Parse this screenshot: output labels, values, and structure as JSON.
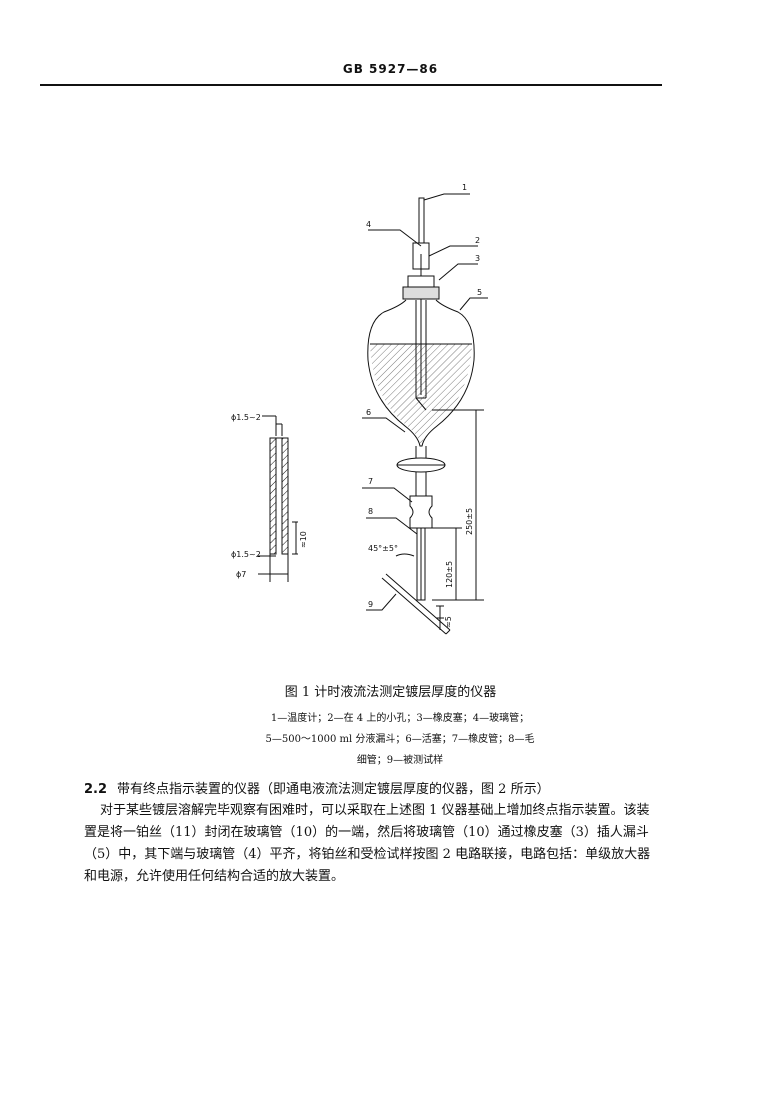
{
  "header": {
    "doc_code": "GB 5927—86"
  },
  "figure": {
    "labels": [
      "1",
      "2",
      "3",
      "4",
      "5",
      "6",
      "7",
      "8",
      "9"
    ],
    "dims": {
      "hole_dia_top": "ϕ1.5~2",
      "hole_dia_bottom": "ϕ1.5~2",
      "outer_dia": "ϕ7",
      "tip_len": "≈10",
      "height_total": "250±5",
      "height_lower": "120±5",
      "angle": "45°±5°",
      "gap": "≈5"
    },
    "caption": "图 1   计时液流法测定镀层厚度的仪器",
    "legend": [
      "1—温度计；2—在 4 上的小孔；3—橡皮塞；4—玻璃管；",
      "5—500～1000 ml 分液漏斗；6—活塞；7—橡皮管；8—毛",
      "细管；9—被测试样"
    ]
  },
  "section": {
    "number": "2.2",
    "title": "带有终点指示装置的仪器（即通电液流法测定镀层厚度的仪器，图 2 所示）",
    "paragraph": [
      "对于某些镀层溶解完毕观察有困难时，可以采取在上述图 1 仪器基础上增加终点指示装置。该装",
      "置是将一铂丝（11）封闭在玻璃管（10）的一端，然后将玻璃管（10）通过橡皮塞（3）插人漏斗",
      "（5）中，其下端与玻璃管（4）平齐，将铂丝和受检试样按图 2 电路联接，电路包括：单级放大器",
      "和电源，允许使用任何结构合适的放大装置。"
    ]
  }
}
